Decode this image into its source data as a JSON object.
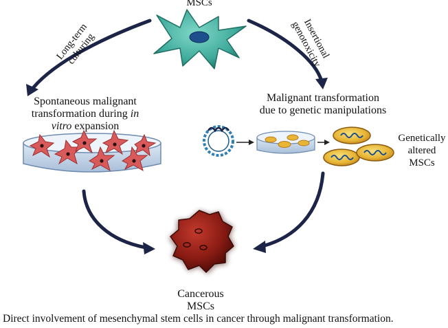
{
  "labels": {
    "top": "MSCs",
    "left_arrow": [
      "Long-term",
      "culturing"
    ],
    "right_arrow": [
      "Insertional",
      "genotoxicity"
    ],
    "left_heading": {
      "line1": "Spontaneous malignant",
      "line2_pre": "transformation during ",
      "line2_italic": "in",
      "line3_italic": "vitro",
      "line3_post": " expansion"
    },
    "right_heading": [
      "Malignant transformation",
      "due to genetic manipulations"
    ],
    "genetic_result": [
      "Genetically",
      "altered",
      "MSCs"
    ],
    "bottom": [
      "Cancerous",
      "MSCs"
    ]
  },
  "caption": "Direct involvement of mesenchymal stem cells in cancer through malignant transformation.",
  "colors": {
    "arrow": "#1c2447",
    "msc_cell": "#3ea99a",
    "msc_nucleus": "#1d4f8c",
    "culture_cell": "#d85a5a",
    "dish": "#8aa6c8",
    "plasmid": "#2f7fb5",
    "engineered_cell": "#e3a028",
    "cancer_cell": "#8a1c14"
  }
}
